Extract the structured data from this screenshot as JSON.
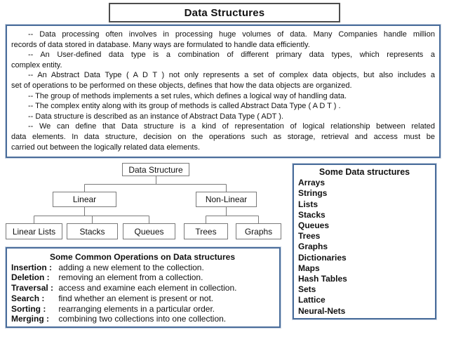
{
  "title": "Data Structures",
  "intro": {
    "paragraphs": [
      {
        "lines": [
          "-- Data processing often involves in processing huge volumes of data. Many Companies handle million",
          "records of data stored in database. Many ways are formulated to handle data efficiently."
        ]
      },
      {
        "lines": [
          "-- An User-defined data type is a combination of different primary data types, which represents a",
          "complex entity."
        ]
      },
      {
        "lines": [
          "-- An Abstract Data Type ( A D T ) not only represents a set of complex data objects, but also includes a",
          "set of operations to be performed on these objects, defines that how the data objects are organized."
        ]
      },
      {
        "lines": [
          "-- The group of methods implements a set rules, which defines a logical way of handling data."
        ]
      },
      {
        "lines": [
          "-- The complex entity along with its group of methods is called Abstract Data Type ( A D T ) ."
        ]
      },
      {
        "lines": [
          "--  Data structure is described as an instance of Abstract Data Type ( ADT )."
        ]
      },
      {
        "lines": [
          "-- We can define that Data structure is a kind of representation of logical relationship between related",
          "data elements. In data structure, decision on the operations such as storage, retrieval and access must be",
          "carried out between the logically related data elements."
        ]
      }
    ]
  },
  "tree": {
    "root": "Data Structure",
    "level2": [
      "Linear",
      "Non-Linear"
    ],
    "leaves": [
      "Linear Lists",
      "Stacks",
      "Queues",
      "Trees",
      "Graphs"
    ]
  },
  "operations": {
    "title": "Some Common Operations on Data structures",
    "items": [
      {
        "term": "Insertion :",
        "desc": "adding a new element to the collection."
      },
      {
        "term": "Deletion :",
        "desc": "removing an element from a collection."
      },
      {
        "term": "Traversal :",
        "desc": "access and examine each element in collection."
      },
      {
        "term": "Search :",
        "desc": "find whether an element is present or not."
      },
      {
        "term": "Sorting :",
        "desc": "rearranging elements in a particular order."
      },
      {
        "term": "Merging :",
        "desc": "combining two collections into one collection."
      }
    ]
  },
  "structures": {
    "title": "Some Data structures",
    "items": [
      "Arrays",
      "Strings",
      "Lists",
      "Stacks",
      "Queues",
      "Trees",
      "Graphs",
      "Dictionaries",
      "Maps",
      "Hash Tables",
      "Sets",
      "Lattice",
      "Neural-Nets"
    ]
  },
  "colors": {
    "accent_border": "#4a6d9b",
    "tree_border": "#7a7a7a",
    "title_border": "#4d4d4d"
  }
}
